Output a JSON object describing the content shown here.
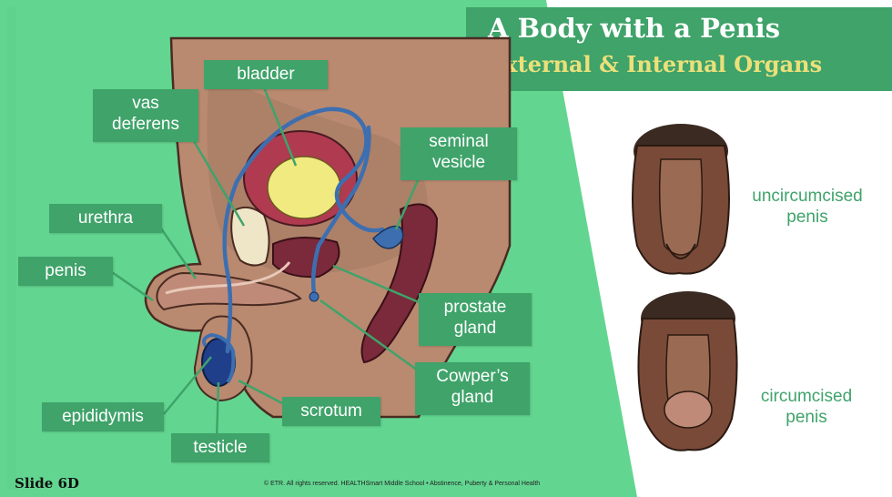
{
  "title": {
    "main": "A Body with a Penis",
    "subtitle": "External & Internal Organs"
  },
  "labels": {
    "bladder": "bladder",
    "vas_deferens": "vas\ndeferens",
    "seminal_vesicle": "seminal\nvesicle",
    "urethra": "urethra",
    "penis": "penis",
    "prostate_gland": "prostate\ngland",
    "cowpers_gland": "Cowper’s\ngland",
    "epididymis": "epididymis",
    "scrotum": "scrotum",
    "testicle": "testicle"
  },
  "captions": {
    "uncircumcised": "uncircumcised\npenis",
    "circumcised": "circumcised\npenis"
  },
  "slide_id": "Slide 6D",
  "footer": "© ETR. All rights reserved.  HEALTHSmart  Middle School  •  Abstinence, Puberty & Personal Health",
  "colors": {
    "green_background": "#62d690",
    "label_green": "#3fa36a",
    "header_green": "#3fa36a",
    "subtitle_yellow": "#ece07a",
    "skin": "#b98a70",
    "vas_blue": "#3d6fb0",
    "bladder_yellow": "#f0ea80",
    "prostate": "#7a2a3a"
  }
}
